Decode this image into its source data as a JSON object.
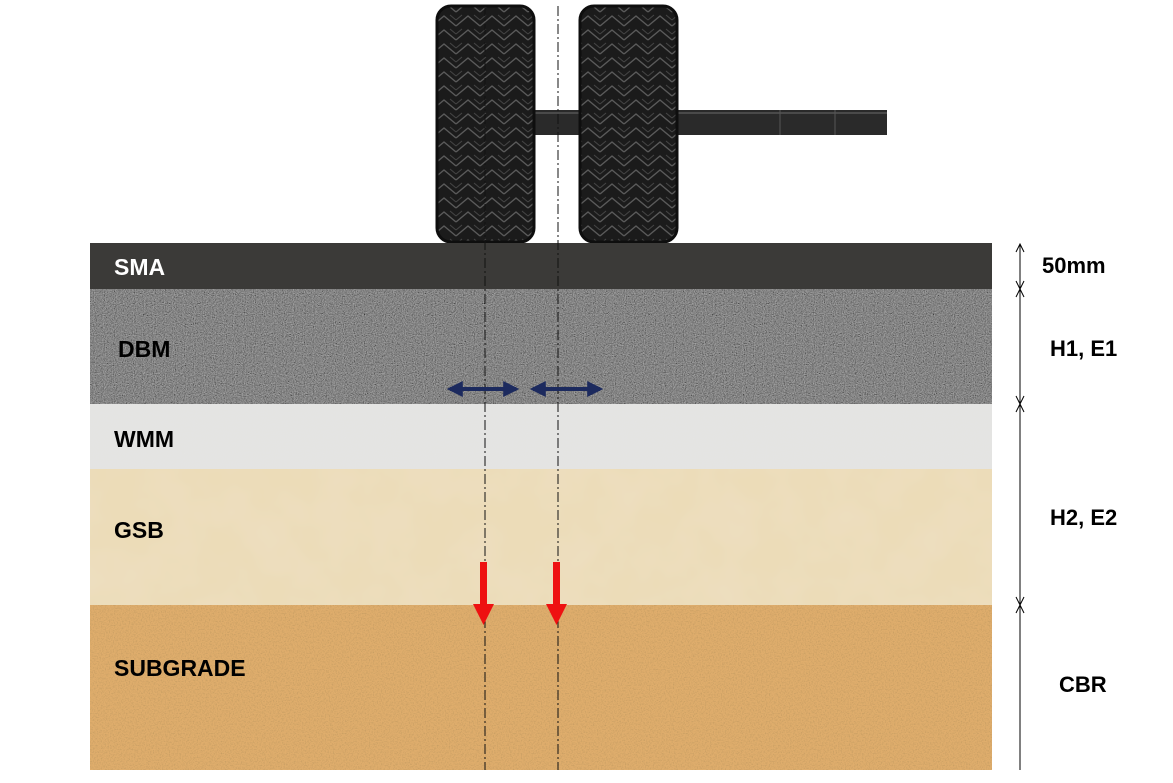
{
  "layers": [
    {
      "key": "sma",
      "label": "SMA",
      "color": "#3b3a38"
    },
    {
      "key": "dbm",
      "label": "DBM",
      "color": "#9a9a9a"
    },
    {
      "key": "wmm",
      "label": "WMM",
      "color": "#e4e4e2"
    },
    {
      "key": "gsb",
      "label": "GSB",
      "color": "#ead9b4"
    },
    {
      "key": "subgrade",
      "label": "SUBGRADE",
      "color": "#dcaa6a"
    }
  ],
  "dimensions": {
    "sma_thickness": "50mm",
    "h1_e1": "H1, E1",
    "h2_e2": "H2, E2",
    "cbr": "CBR"
  },
  "colors": {
    "horizontal_strain_arrow": "#1c2a5e",
    "vertical_strain_arrow": "#ee1111",
    "tire": "#1e1e1e",
    "axle": "#2a2a2a"
  },
  "icons": {
    "dual_wheel": "tire-icon",
    "horizontal_strain": "double-arrow-icon",
    "vertical_strain": "down-arrow-icon"
  }
}
